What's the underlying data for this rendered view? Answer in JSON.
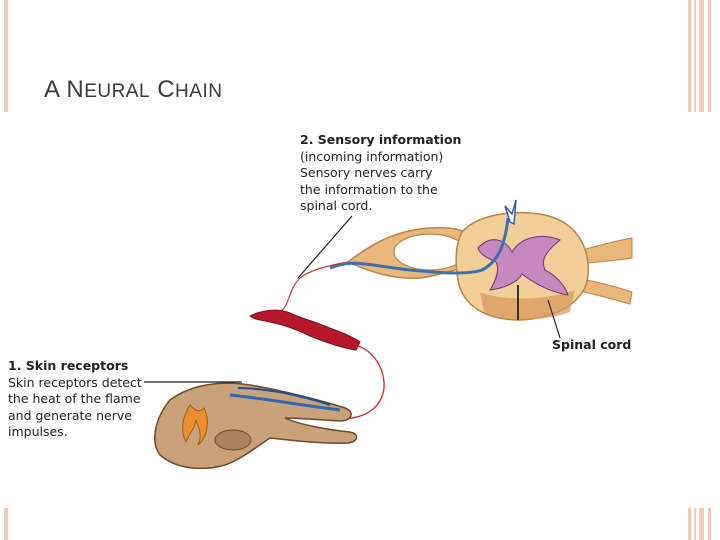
{
  "slide": {
    "title_initial_1": "A",
    "title_rest_1": " N",
    "title_rest_1_small": "EURAL",
    "title_initial_2": " C",
    "title_rest_2_small": "HAIN"
  },
  "diagram": {
    "label_sensory": {
      "heading": "2. Sensory information",
      "lines": [
        "(incoming information)",
        "Sensory nerves carry",
        "the information to the",
        "spinal cord."
      ]
    },
    "label_skin": {
      "heading": "1. Skin receptors",
      "lines": [
        "Skin receptors detect",
        "the heat of the flame",
        "and generate nerve",
        "impulses."
      ]
    },
    "label_spinal_cord": "Spinal cord"
  }
}
